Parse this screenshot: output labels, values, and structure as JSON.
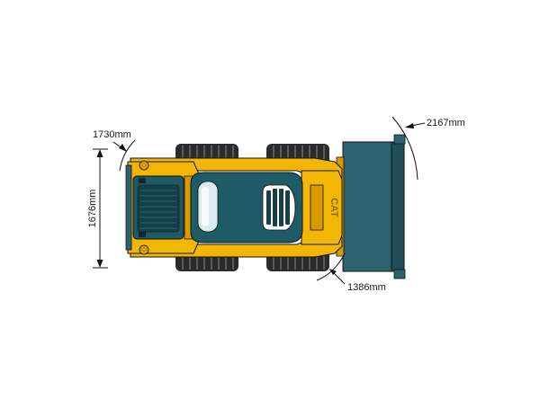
{
  "dimensions": {
    "rear_radius": "1730mm",
    "overall_width": "1676mm",
    "front_bucket_radius": "2167mm",
    "front_body_radius": "1386mm"
  },
  "colors": {
    "machine_yellow": "#F2B705",
    "yellow_shade": "#D99A00",
    "cab_teal": "#1F5B66",
    "cab_dark": "#163F48",
    "bucket_teal": "#2D6270",
    "tire_dark": "#2B2B2B",
    "line": "#111111"
  },
  "brand_mark": "CAT"
}
